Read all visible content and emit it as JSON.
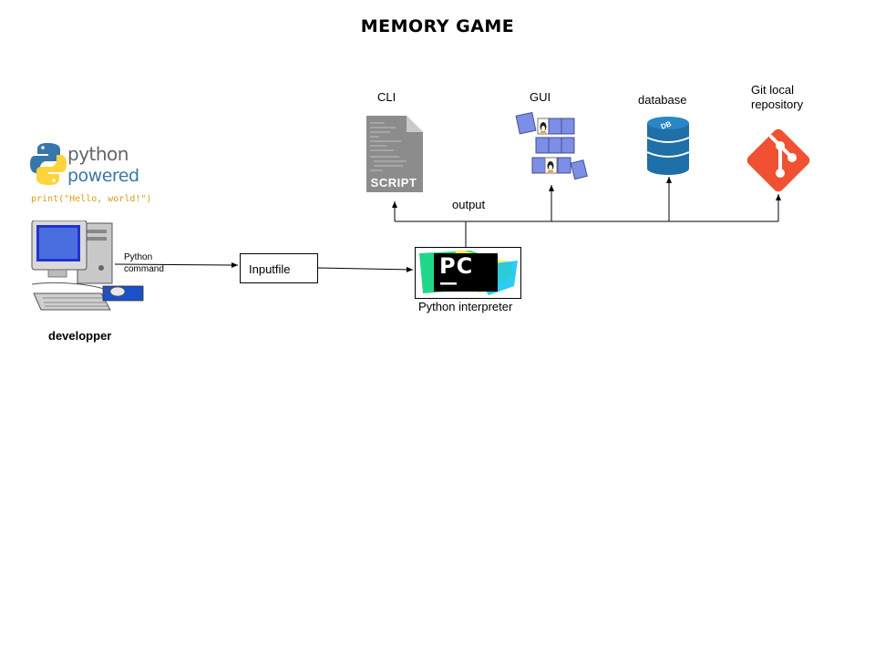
{
  "title": "MEMORY GAME",
  "python_logo": {
    "word_top": "python",
    "word_bottom": "powered",
    "code": "print(\"Hello, world!\")"
  },
  "developer_label": "developper",
  "edge_label": {
    "line1": "Python",
    "line2": "command"
  },
  "inputfile_label": "Inputfile",
  "interpreter": {
    "logo_text": "PC",
    "label": "Python interpreter"
  },
  "output_label": "output",
  "targets": {
    "cli": {
      "label": "CLI",
      "badge": "SCRIPT"
    },
    "gui": {
      "label": "GUI"
    },
    "database": {
      "label": "database",
      "icon_text": "DB"
    },
    "git": {
      "line1": "Git local",
      "line2": "repository"
    }
  },
  "colors": {
    "python_blue": "#3776ab",
    "python_yellow": "#ffd43b",
    "git_red": "#f05133",
    "db_blue": "#1f6fa8",
    "pycharm_green": "#21d789",
    "pycharm_yellow": "#fcf84a"
  }
}
